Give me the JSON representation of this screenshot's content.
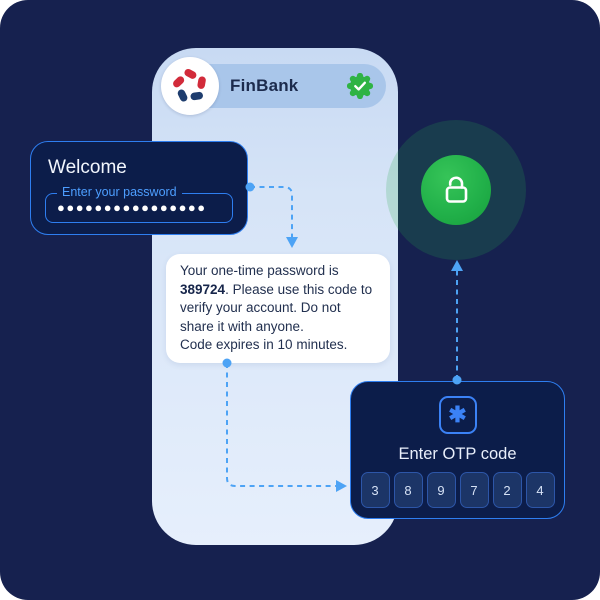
{
  "app": {
    "brand": "FinBank"
  },
  "icons": {
    "finbank_logo": "pinwheel-logo",
    "verified_badge": "checkmark-seal",
    "lock_open": "open-padlock",
    "asterisk": "✱"
  },
  "welcome_card": {
    "title": "Welcome",
    "password_field": {
      "label": "Enter your password",
      "masked_value": "●●●●●●●●●●●●●●●●"
    }
  },
  "otp_message": {
    "text_before": "Your one-time password is ",
    "code": "389724",
    "text_after": ". Please use this code to verify your account. Do not share it with anyone.",
    "expiry": "Code expires in 10 minutes."
  },
  "otp_card": {
    "icon": "✱",
    "title": "Enter OTP code",
    "digits": [
      "3",
      "8",
      "9",
      "7",
      "2",
      "4"
    ]
  },
  "colors": {
    "background_navy": "#16214f",
    "card_navy": "#0c1d4a",
    "accent_blue": "#2e7ef0",
    "dash_blue": "#4da3f5",
    "success_green": "#22b14a",
    "logo_red": "#d22b3a",
    "logo_navy": "#1e3d6e"
  }
}
